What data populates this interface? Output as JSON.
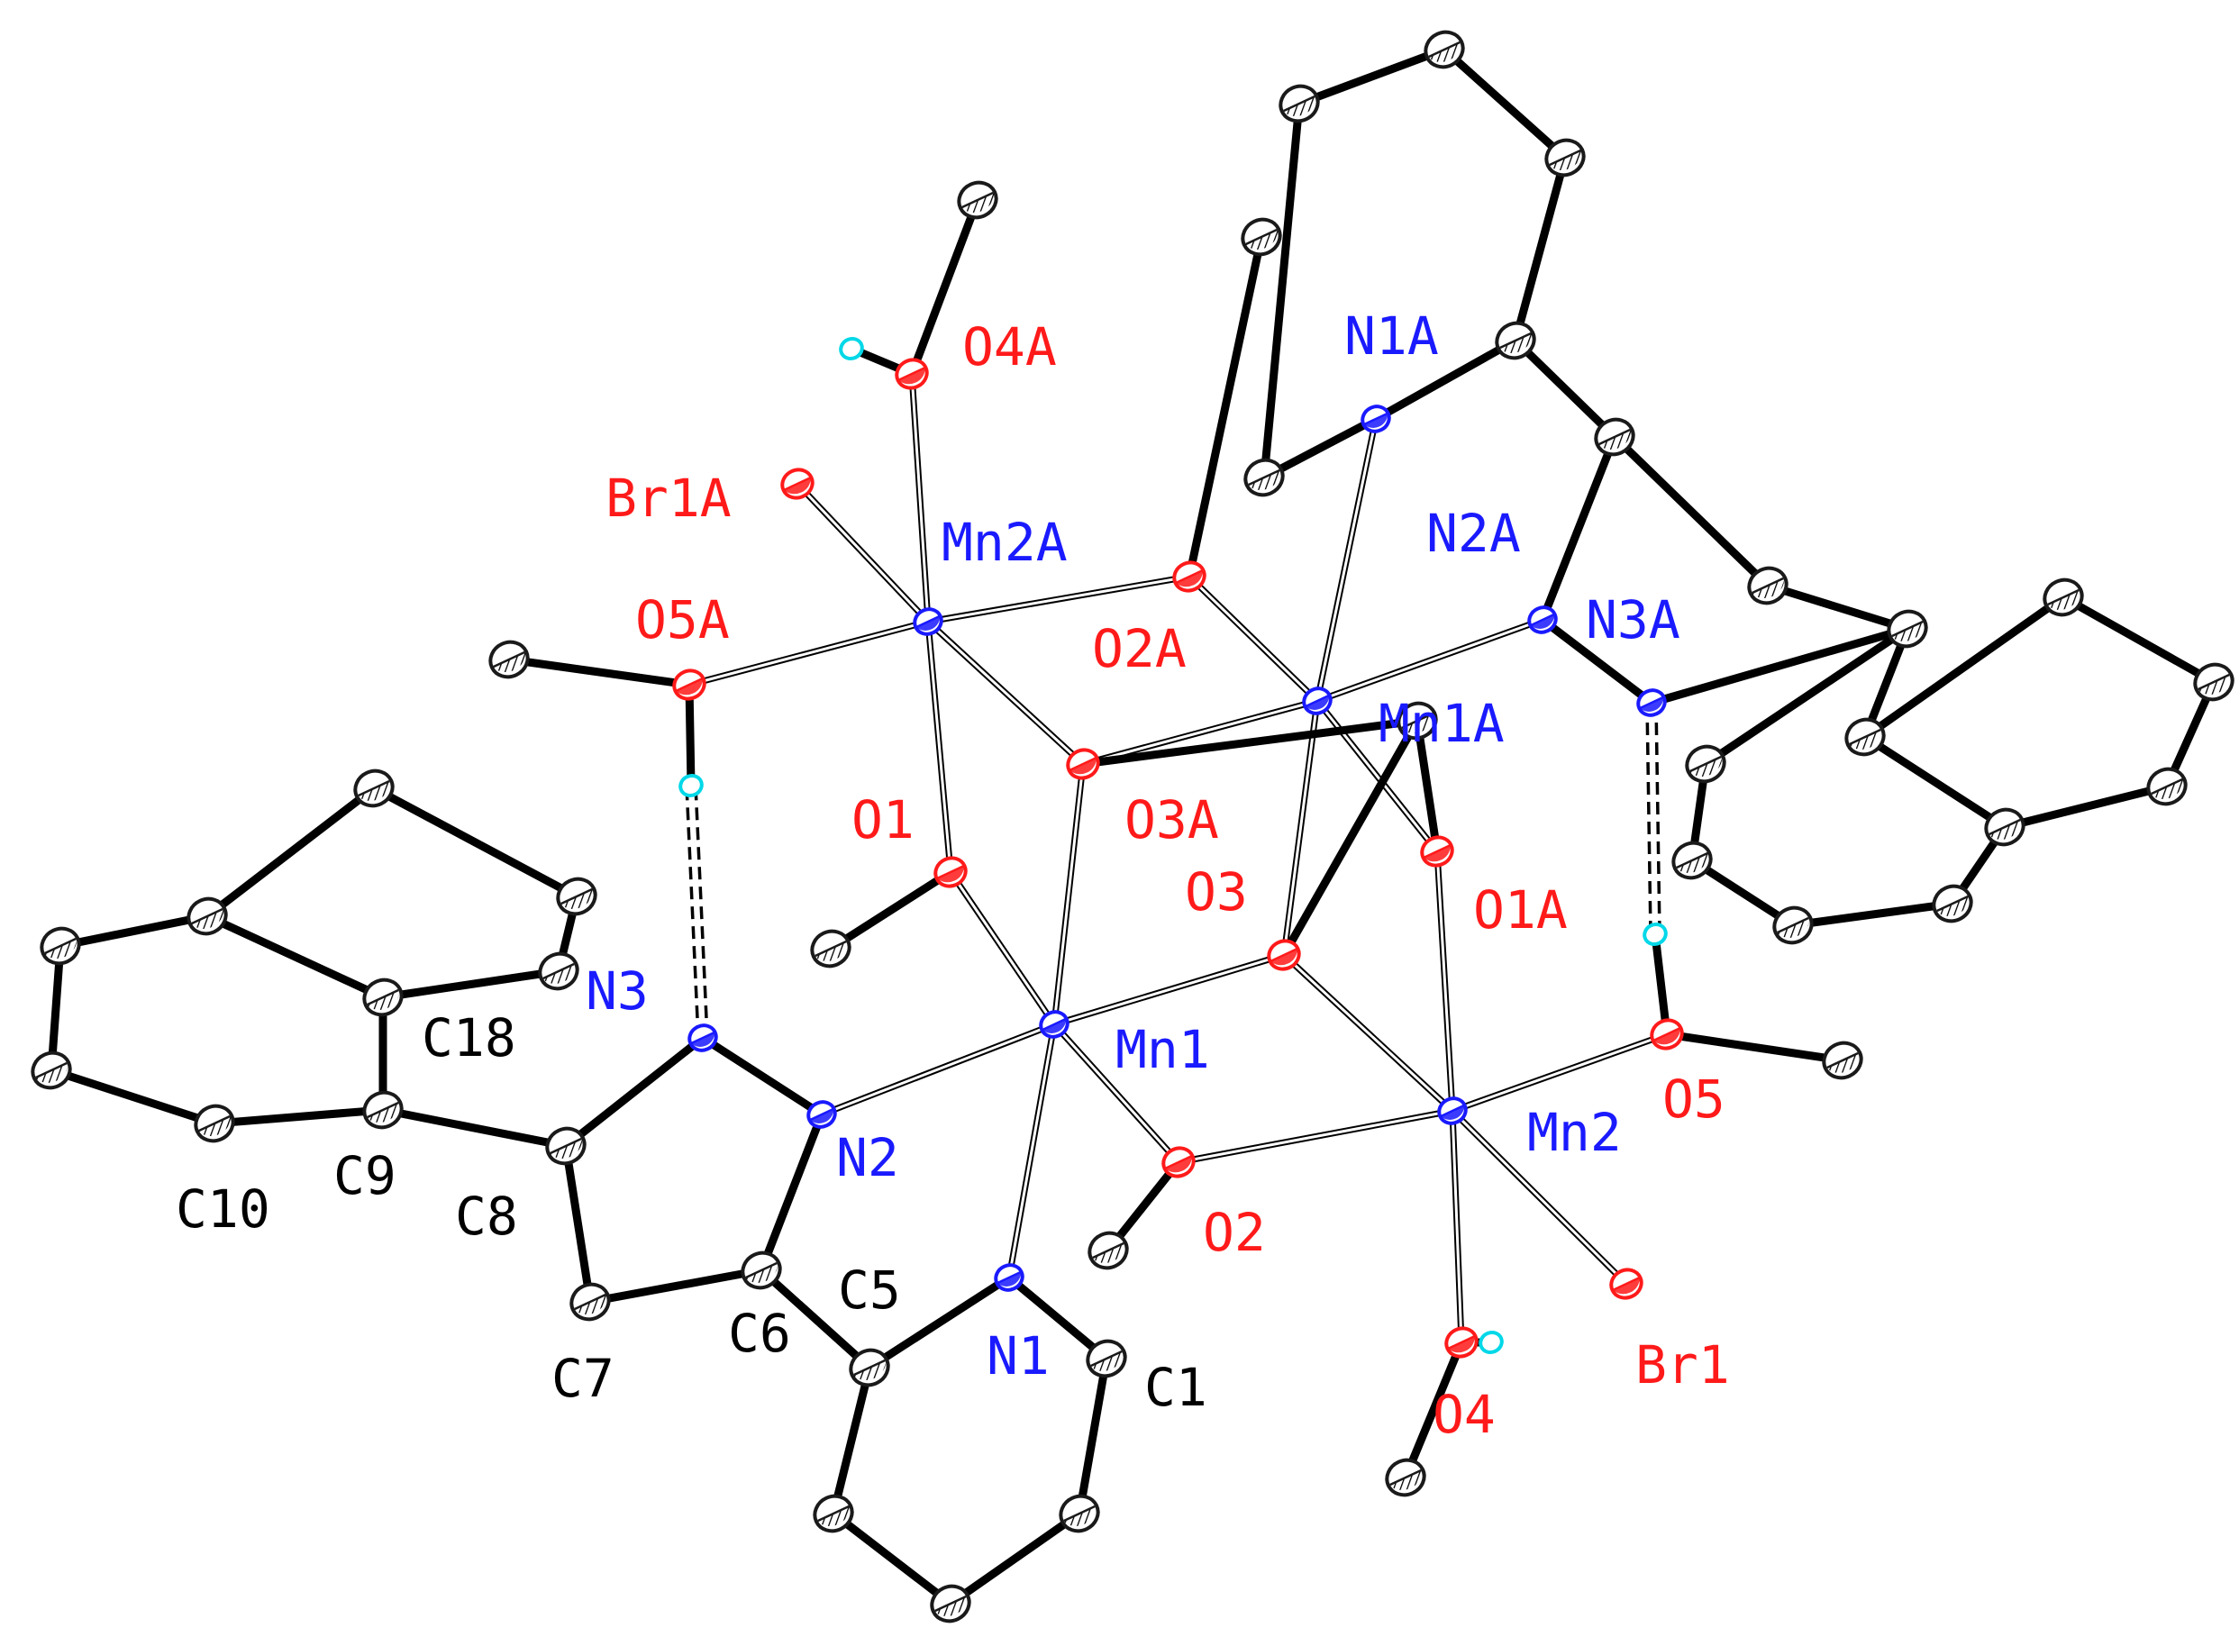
{
  "colors": {
    "metal": "#1a1aff",
    "nitrogen": "#1a1aff",
    "oxygen": "#ff1a1a",
    "bromine": "#ff1a1a",
    "carbon": "#1a1a1a",
    "hydrogen": "#00d8e8",
    "bond": "#000000",
    "label_black": "#000000",
    "label_blue": "#1a1aff",
    "label_red": "#ff1a1a"
  },
  "labels": {
    "O4A": "O4A",
    "N1A": "N1A",
    "Br1A": "Br1A",
    "Mn2A": "Mn2A",
    "N2A": "N2A",
    "O5A": "O5A",
    "O2A": "O2A",
    "N3A": "N3A",
    "Mn1A": "Mn1A",
    "O1": "O1",
    "O3A": "O3A",
    "O3": "O3",
    "O1A": "O1A",
    "N3": "N3",
    "C18": "C18",
    "Mn1": "Mn1",
    "O5": "O5",
    "Mn2": "Mn2",
    "N2": "N2",
    "C9": "C9",
    "C10": "C10",
    "C8": "C8",
    "O2": "O2",
    "C5": "C5",
    "C6": "C6",
    "N1": "N1",
    "C1": "C1",
    "C7": "C7",
    "O4": "O4",
    "Br1": "Br1"
  }
}
